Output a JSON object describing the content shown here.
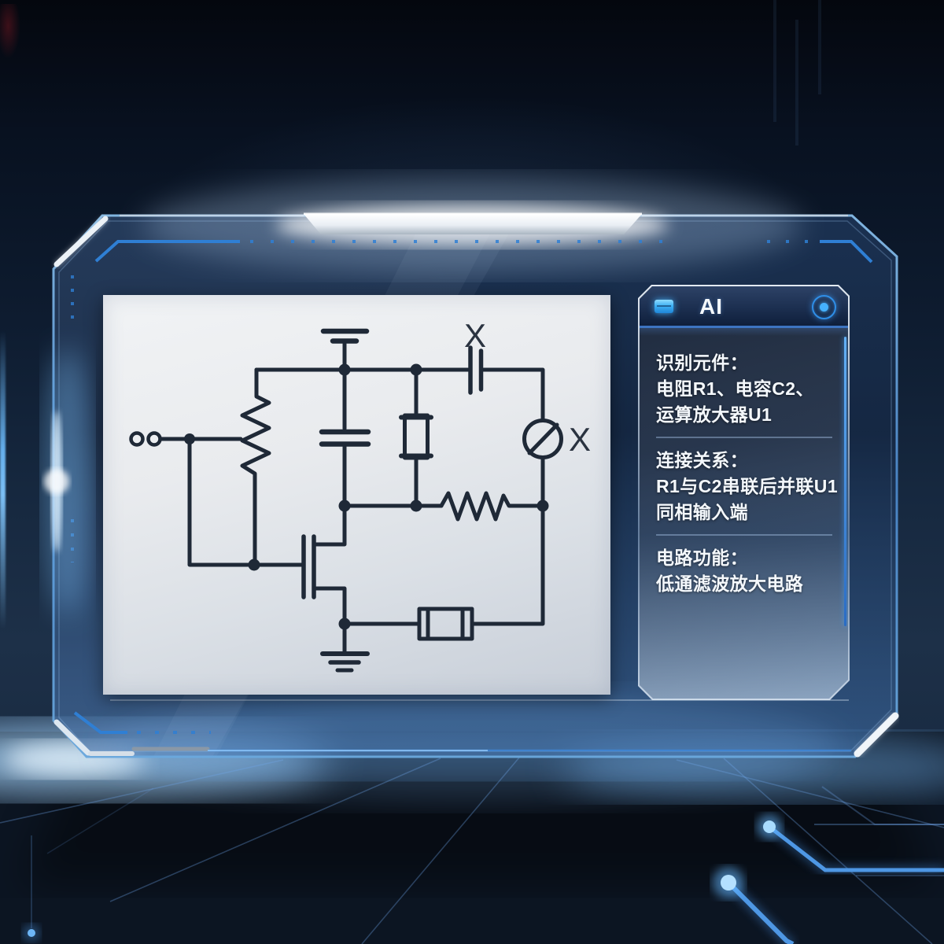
{
  "ai_panel": {
    "title": "AI",
    "header_icons": {
      "left": "chip-icon",
      "right": "target-icon"
    },
    "sections": [
      {
        "title": "识别元件：",
        "lines": [
          "电阻R1、电容C2、",
          "运算放大器U1"
        ]
      },
      {
        "title": "连接关系：",
        "lines": [
          "R1与C2串联后并联U1",
          "同相输入端"
        ]
      },
      {
        "title": "电路功能：",
        "lines": [
          "低通滤波放大电路"
        ]
      }
    ]
  },
  "circuit": {
    "labels": {
      "capacitor_mark": "X",
      "meter_mark": "X"
    },
    "components": [
      {
        "id": "input-terminals",
        "type": "terminal-pair"
      },
      {
        "id": "R1",
        "type": "resistor",
        "orientation": "vertical"
      },
      {
        "id": "C1",
        "type": "capacitor",
        "orientation": "horizontal-plates"
      },
      {
        "id": "C2",
        "type": "capacitor",
        "orientation": "vertical-plates",
        "mark": "X"
      },
      {
        "id": "F1",
        "type": "fuse-box",
        "orientation": "vertical"
      },
      {
        "id": "M1",
        "type": "meter-circle-slash",
        "mark": "X"
      },
      {
        "id": "R2",
        "type": "resistor",
        "orientation": "horizontal"
      },
      {
        "id": "Y1",
        "type": "crystal-box",
        "orientation": "horizontal"
      },
      {
        "id": "Q1",
        "type": "mosfet"
      },
      {
        "id": "VDD",
        "type": "power-rail"
      },
      {
        "id": "GND",
        "type": "ground"
      }
    ]
  },
  "colors": {
    "accent_blue": "#3f86d6",
    "glow_cyan": "#7cc4ff",
    "schematic_ink": "#1f2937",
    "panel_light": "#e9ebee",
    "ai_header_border": "#3d74c1",
    "ai_text": "#f4f8fc"
  }
}
